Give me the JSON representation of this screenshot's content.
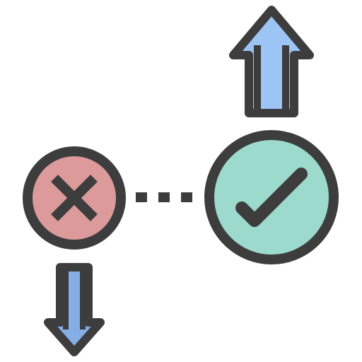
{
  "icon": {
    "name": "accept-reject-comparison",
    "colors": {
      "stroke": "#3d3d3d",
      "up_arrow_fill": "#9cc4f5",
      "down_arrow_fill": "#86aee6",
      "reject_fill": "#dc9a9a",
      "accept_fill": "#9bdacd",
      "background": "#ffffff"
    },
    "parts": [
      "up-arrow",
      "check-circle",
      "reject-circle",
      "dotted-connector",
      "down-arrow"
    ]
  }
}
